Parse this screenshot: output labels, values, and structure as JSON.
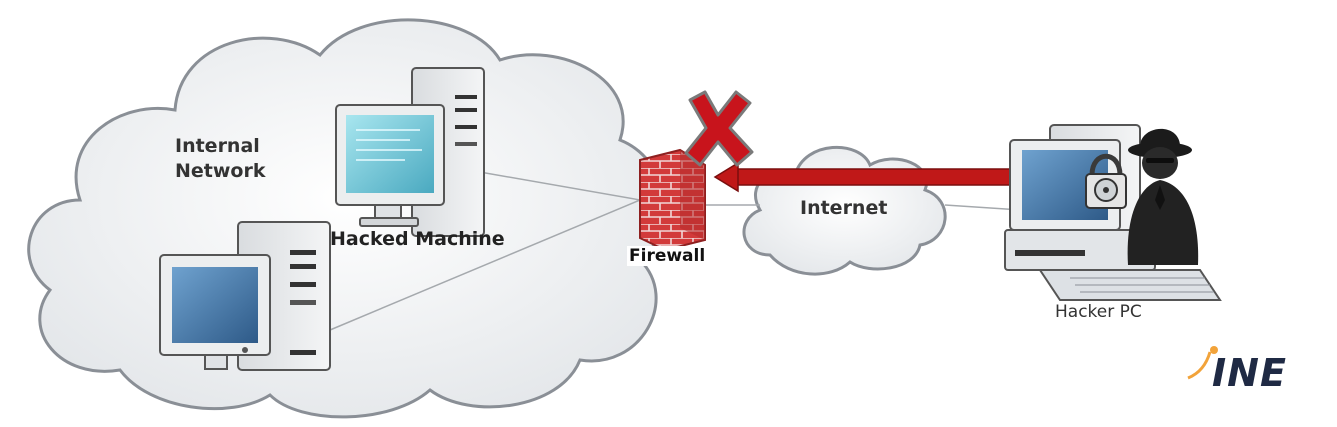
{
  "labels": {
    "internal_network_line1": "Internal",
    "internal_network_line2": "Network",
    "hacked_machine": "Hacked Machine",
    "firewall": "Firewall",
    "internet": "Internet",
    "hacker_pc": "Hacker PC"
  },
  "brand": {
    "logo_text": "INE",
    "logo_color": "#1f2a44",
    "accent_color": "#f2a33a"
  },
  "colors": {
    "cloud_stroke": "#8a8f96",
    "cloud_fill_outer": "#f7f8f9",
    "cloud_fill_inner": "#e6e9ec",
    "blocked_arrow": "#c01818",
    "x_mark": "#c8141c",
    "firewall_brick": "#d23a3a",
    "link_line": "#a5a9ad",
    "screen": "#3f6ea0"
  },
  "icons": {
    "blocked": "x-mark-icon",
    "firewall": "brick-wall-icon",
    "hacker": "hooded-figure-icon",
    "lock": "padlock-icon"
  }
}
